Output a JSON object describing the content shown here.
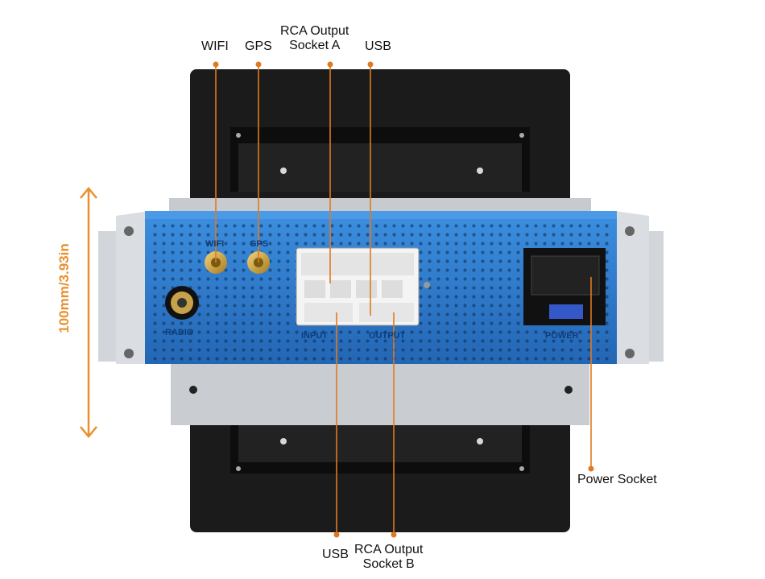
{
  "callouts_top": {
    "wifi": "WIFI",
    "gps": "GPS",
    "rca_a_line1": "RCA Output",
    "rca_a_line2": "Socket A",
    "usb_top": "USB"
  },
  "callouts_bottom": {
    "usb_bottom": "USB",
    "rca_b_line1": "RCA Output",
    "rca_b_line2": "Socket B",
    "power": "Power Socket"
  },
  "dimension": {
    "height_label": "100mm/3.93in"
  },
  "panel_text": {
    "wifi": "WIFI",
    "gps": "GPS",
    "radio": "RADIO",
    "input": "INPUT",
    "output": "OUTPUT",
    "power": "POWER"
  },
  "colors": {
    "accent": "#e8902e",
    "panel_blue": "#2f7fd3",
    "bezel": "#1c1c1c",
    "bracket": "#c9ccd0"
  }
}
